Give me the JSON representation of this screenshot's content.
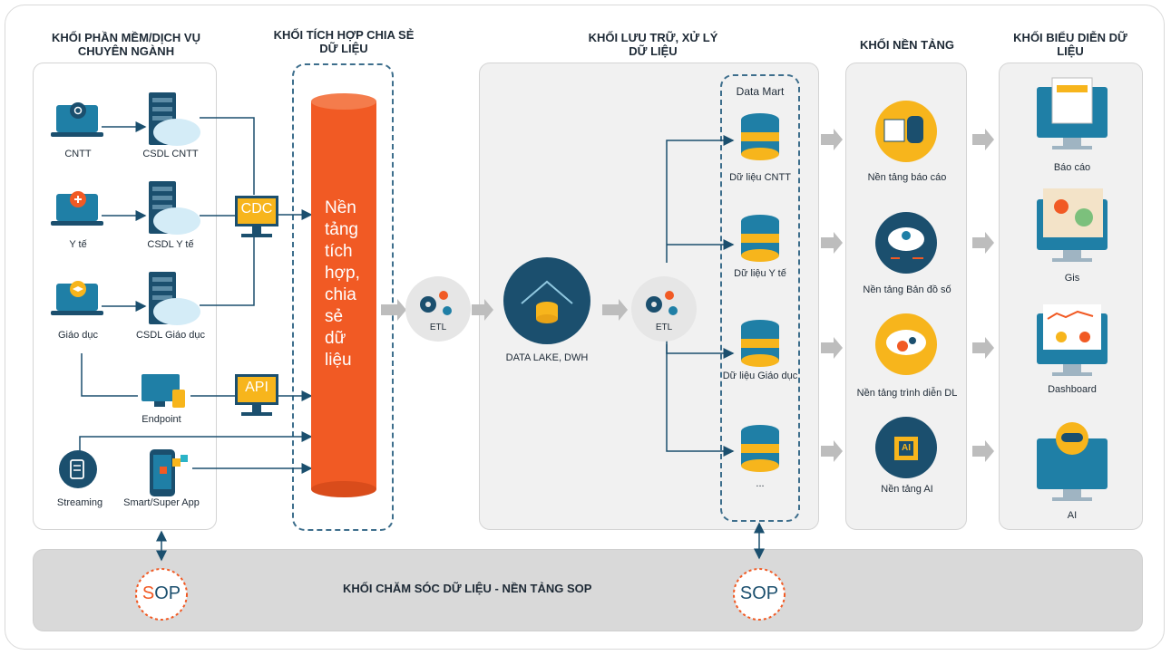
{
  "headers": {
    "software": "KHỐI PHẦN MỀM/DỊCH VỤ CHUYÊN NGÀNH",
    "integration": "KHỐI TÍCH HỢP CHIA SẺ DỮ LIỆU",
    "storage": "KHỐI LƯU TRỮ, XỬ LÝ DỮ LIỆU",
    "platform": "KHỐI NỀN TẢNG",
    "visual": "KHỐI BIỂU DIỄN DỮ LIỆU"
  },
  "sources": [
    {
      "label": "CNTT",
      "db": "CSDL CNTT",
      "icon": "gear-icon"
    },
    {
      "label": "Y tế",
      "db": "CSDL Y tế",
      "icon": "health-icon"
    },
    {
      "label": "Giáo dục",
      "db": "CSDL Giáo dục",
      "icon": "graduation-cap-icon"
    }
  ],
  "endpoint": "Endpoint",
  "streaming": "Streaming",
  "smart_app": "Smart/Super App",
  "cdc": "CDC",
  "api": "API",
  "integration_platform": "Nền tảng tích hợp, chia sẻ dữ liệu",
  "etl1": "ETL",
  "etl2": "ETL",
  "data_lake": "DATA LAKE, DWH",
  "data_mart": {
    "title": "Data Mart",
    "items": [
      "Dữ liệu CNTT",
      "Dữ liệu Y tế",
      "Dữ liệu Giáo dục",
      "..."
    ]
  },
  "platforms": [
    "Nền tảng báo cáo",
    "Nền tảng Bản đồ số",
    "Nền tảng trình diễn DL",
    "Nền tảng AI"
  ],
  "visuals": [
    "Báo cáo",
    "Gis",
    "Dashboard",
    "AI"
  ],
  "sop_bar": "KHỐI CHĂM SÓC DỮ LIỆU - NỀN TẢNG SOP",
  "sop": "SOP",
  "ai_chip": "AI",
  "colors": {
    "orange": "#f15a24",
    "navy": "#1b4f6e",
    "teal": "#1f7fa6",
    "gray_arrow": "#bdbdbd",
    "yellow": "#f7b51c"
  }
}
